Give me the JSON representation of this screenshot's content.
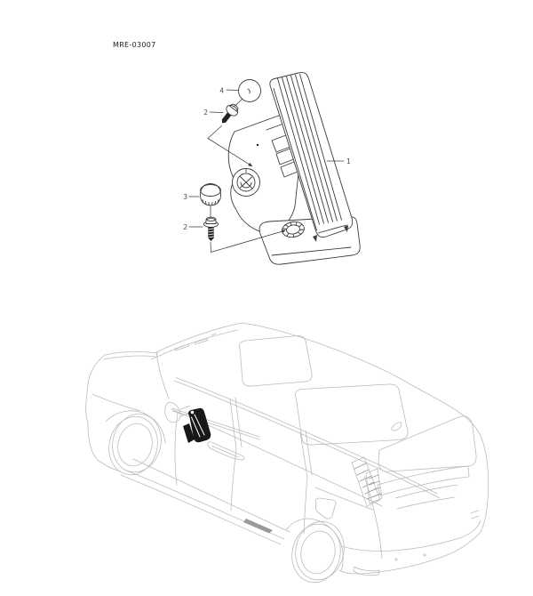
{
  "diagram": {
    "code": "MRE-03007",
    "callouts": {
      "pedal_assembly": "1",
      "bolt_upper": "2",
      "bolt_lower": "2",
      "cap": "3",
      "stopper": "4"
    },
    "colors": {
      "part_line": "#3c3c3c",
      "car_line": "#bcbcbc",
      "marker_fill": "#181818",
      "label_text": "#4a4a4a",
      "code_text": "#1c1c1c",
      "background": "#ffffff"
    }
  }
}
